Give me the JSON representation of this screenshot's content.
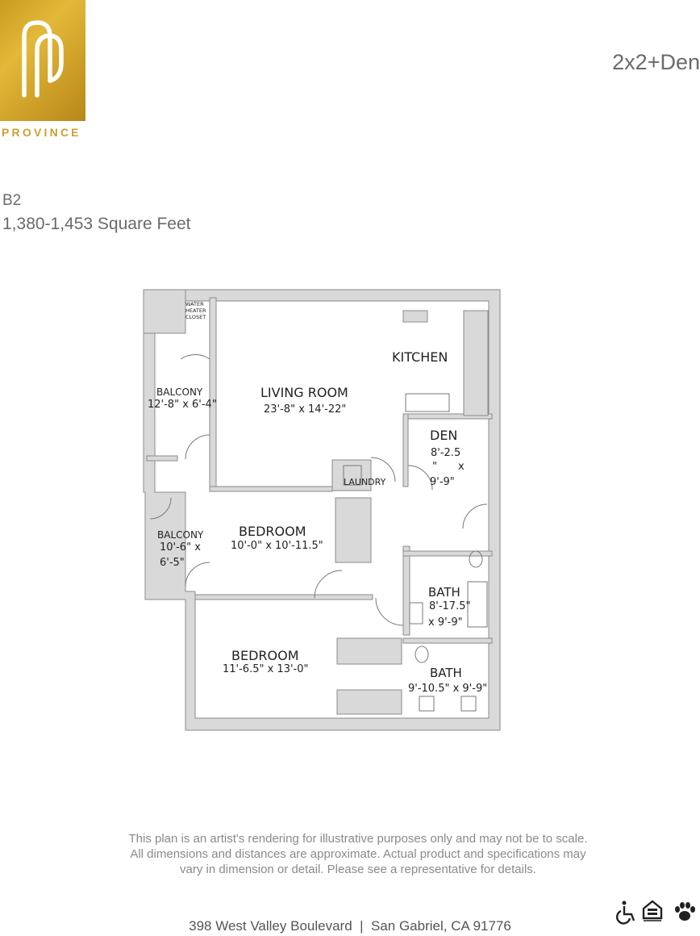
{
  "brand": {
    "name": "PROVINCE",
    "logo_icon": "province-monogram-icon",
    "logo_color": "#c9a035"
  },
  "plan": {
    "type": "2x2+Den",
    "code": "B2",
    "square_feet": "1,380-1,453 Square Feet"
  },
  "rooms": {
    "water_heater_1": "WATER",
    "water_heater_2": "HEATER",
    "water_heater_3": "CLOSET",
    "kitchen": "KITCHEN",
    "living_room": "LIVING ROOM",
    "living_room_dim": "23'-8\" x 14'-22\"",
    "balcony_top": "BALCONY",
    "balcony_top_dim": "12'-8\" x 6'-4\"",
    "den": "DEN",
    "den_dim_1": "8'-2.5",
    "den_dim_2": "\"",
    "den_dim_x": "x",
    "den_dim_3": "9'-9\"",
    "laundry": "LAUNDRY",
    "balcony_lower": "BALCONY",
    "balcony_lower_dim_1": "10'-6\" x",
    "balcony_lower_dim_2": "6'-5\"",
    "bedroom_1": "BEDROOM",
    "bedroom_1_dim": "10'-0\" x 10'-11.5\"",
    "bath_1": "BATH",
    "bath_1_dim_1": "8'-17.5\"",
    "bath_1_dim_2": "x 9'-9\"",
    "bedroom_2": "BEDROOM",
    "bedroom_2_dim": "11'-6.5\" x 13'-0\"",
    "bath_2": "BATH",
    "bath_2_dim": "9'-10.5\" x 9'-9\""
  },
  "disclaimer": {
    "line1": "This plan is an artist's rendering for illustrative purposes only and may not be to scale.",
    "line2": "All dimensions and distances are approximate. Actual product and specifications may",
    "line3": "vary in dimension or detail. Please see a  representative for details."
  },
  "address": "398 West Valley Boulevard  |  San Gabriel, CA 91776",
  "footer_icons": [
    "wheelchair-accessible-icon",
    "equal-housing-opportunity-icon",
    "pet-friendly-paw-icon"
  ]
}
